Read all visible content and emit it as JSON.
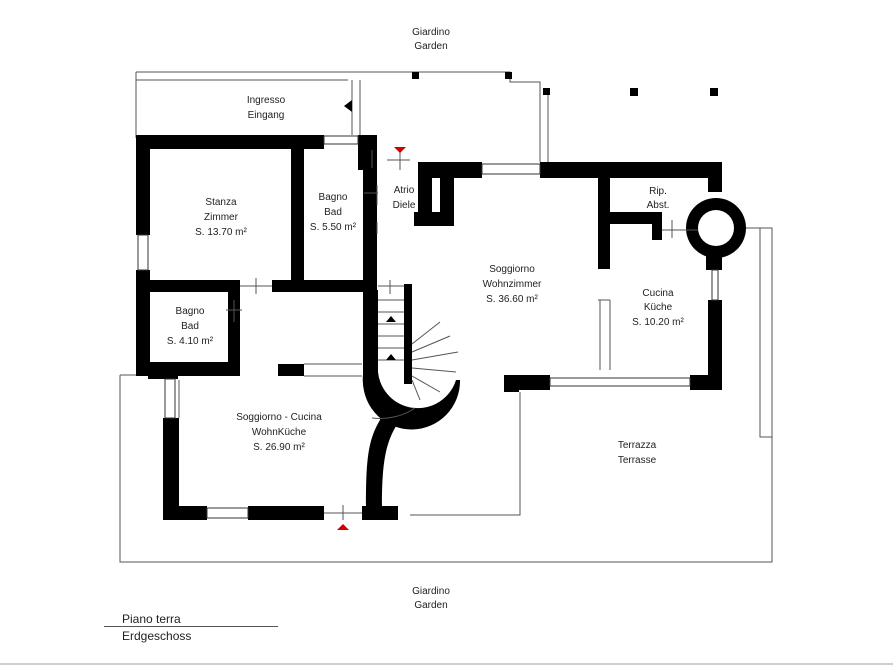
{
  "plan": {
    "garden_top": [
      "Giardino",
      "Garden"
    ],
    "garden_bottom": [
      "Giardino",
      "Garden"
    ],
    "entrance": [
      "Ingresso",
      "Eingang"
    ],
    "rooms": [
      {
        "id": "stanza",
        "lines": [
          "Stanza",
          "Zimmer",
          "S. 13.70 m²"
        ]
      },
      {
        "id": "bagno-1",
        "lines": [
          "Bagno",
          "Bad",
          "S. 5.50 m²"
        ]
      },
      {
        "id": "atrio",
        "lines": [
          "Atrio",
          "Diele"
        ]
      },
      {
        "id": "ripostiglio",
        "lines": [
          "Rip.",
          "Abst."
        ]
      },
      {
        "id": "soggiorno",
        "lines": [
          "Soggiorno",
          "Wohnzimmer",
          "S. 36.60 m²"
        ]
      },
      {
        "id": "cucina",
        "lines": [
          "Cucina",
          "Küche",
          "S. 10.20 m²"
        ]
      },
      {
        "id": "bagno-2",
        "lines": [
          "Bagno",
          "Bad",
          "S. 4.10 m²"
        ]
      },
      {
        "id": "soggiorno-cucina",
        "lines": [
          "Soggiorno - Cucina",
          "WohnKüche",
          "S. 26.90 m²"
        ]
      },
      {
        "id": "terrazza",
        "lines": [
          "Terrazza",
          "Terrasse"
        ]
      }
    ],
    "caption": {
      "line1": "Piano terra",
      "line2": "Erdgeschoss"
    }
  }
}
